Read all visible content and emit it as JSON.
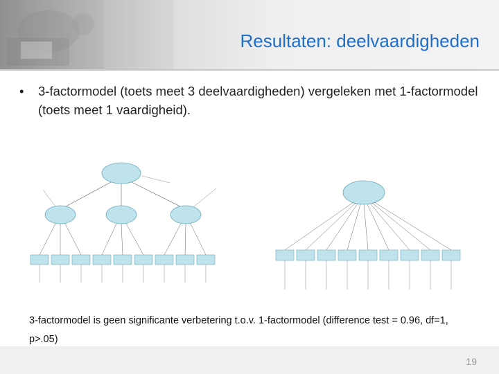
{
  "slide": {
    "title": "Resultaten: deelvaardigheden",
    "bullet_symbol": "•",
    "bullet": "3-factormodel (toets meet 3 deelvaardigheden) vergeleken met 1-factormodel (toets meet 1 vaardigheid).",
    "conclusion": "3-factormodel is geen significante verbetering t.o.v. 1-factormodel (difference test = 0.96, df=1, p>.05)",
    "page_number": "19"
  },
  "colors": {
    "title": "#1f6fc9",
    "node_fill": "#bfe3ec",
    "node_stroke": "#6aa9bb"
  }
}
